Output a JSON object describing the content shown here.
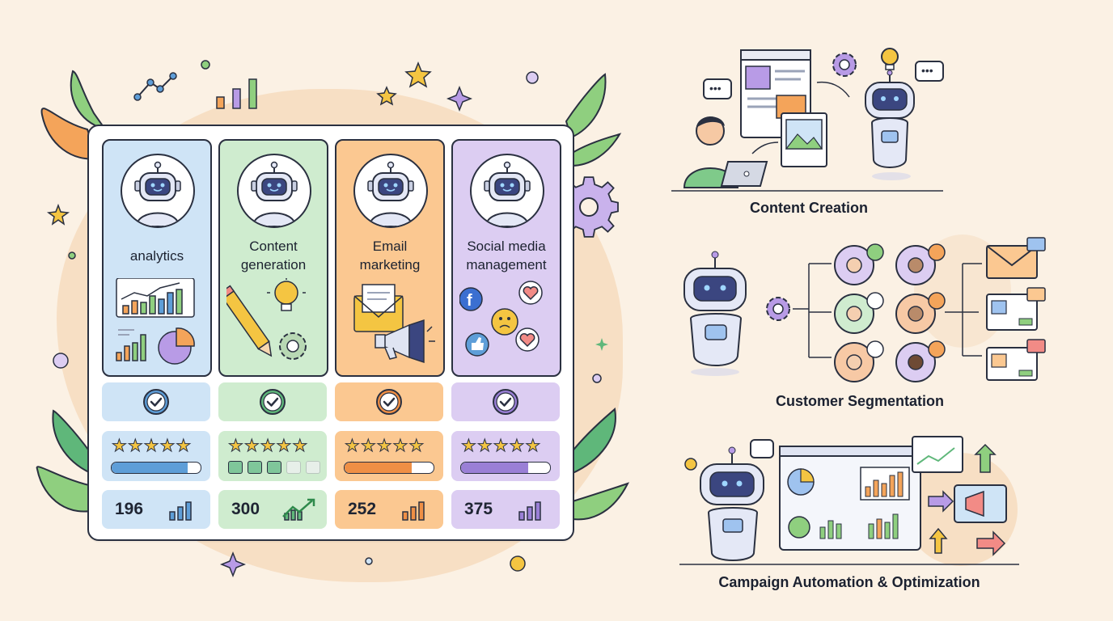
{
  "colors": {
    "blue": "#cfe4f6",
    "green": "#cfeccf",
    "orange": "#fbc891",
    "purple": "#dccdf2",
    "blue_strong": "#5e9ed8",
    "green_strong": "#5fb77a",
    "orange_strong": "#ef8f45",
    "purple_strong": "#9a7fd6",
    "outline": "#2a3040",
    "star": "#f4c542"
  },
  "cards": [
    {
      "key": "analytics",
      "title": "analytics",
      "color": "#cfe4f6",
      "accent": "#5e9ed8",
      "stars": 5,
      "progress": 0.85,
      "progress_style": "bar",
      "stat": "196",
      "stat_icon": "bar-chart-icon"
    },
    {
      "key": "content",
      "title": "Content\ngeneration",
      "color": "#cfeccf",
      "accent": "#5fb77a",
      "stars": 5,
      "progress": 0.6,
      "progress_style": "segments",
      "stat": "300",
      "stat_icon": "trend-up-icon"
    },
    {
      "key": "email",
      "title": "Email\nmarketing",
      "color": "#fbc891",
      "accent": "#ef8f45",
      "stars": 5,
      "progress": 0.75,
      "progress_style": "bar",
      "stat": "252",
      "stat_icon": "bar-chart-icon"
    },
    {
      "key": "social",
      "title": "Social media\nmanagement",
      "color": "#dccdf2",
      "accent": "#9a7fd6",
      "stars": 5,
      "progress": 0.75,
      "progress_style": "bar",
      "stat": "375",
      "stat_icon": "bar-chart-icon"
    }
  ],
  "sections": {
    "content_creation": {
      "title": "Content Creation"
    },
    "customer_segmentation": {
      "title": "Customer Segmentation"
    },
    "campaign_automation": {
      "title": "Campaign Automation & Optimization"
    }
  }
}
